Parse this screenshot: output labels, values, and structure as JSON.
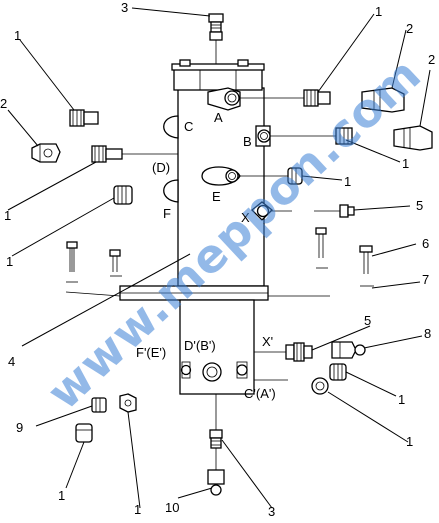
{
  "callouts": {
    "c1": "1",
    "c2": "2",
    "c3": "3",
    "c4": "4",
    "c5": "5",
    "c6": "6",
    "c7": "7",
    "c8": "8",
    "c9": "9",
    "c10": "10"
  },
  "ports": {
    "a": "A",
    "b": "B",
    "c": "C",
    "d": "(D)",
    "e": "E",
    "f": "F",
    "x": "X",
    "f_e_prime": "F'(E')",
    "d_b_prime": "D'(B')",
    "c_a_prime": "C'(A')",
    "x_prime": "X'"
  },
  "watermark": "www.meppon.com"
}
